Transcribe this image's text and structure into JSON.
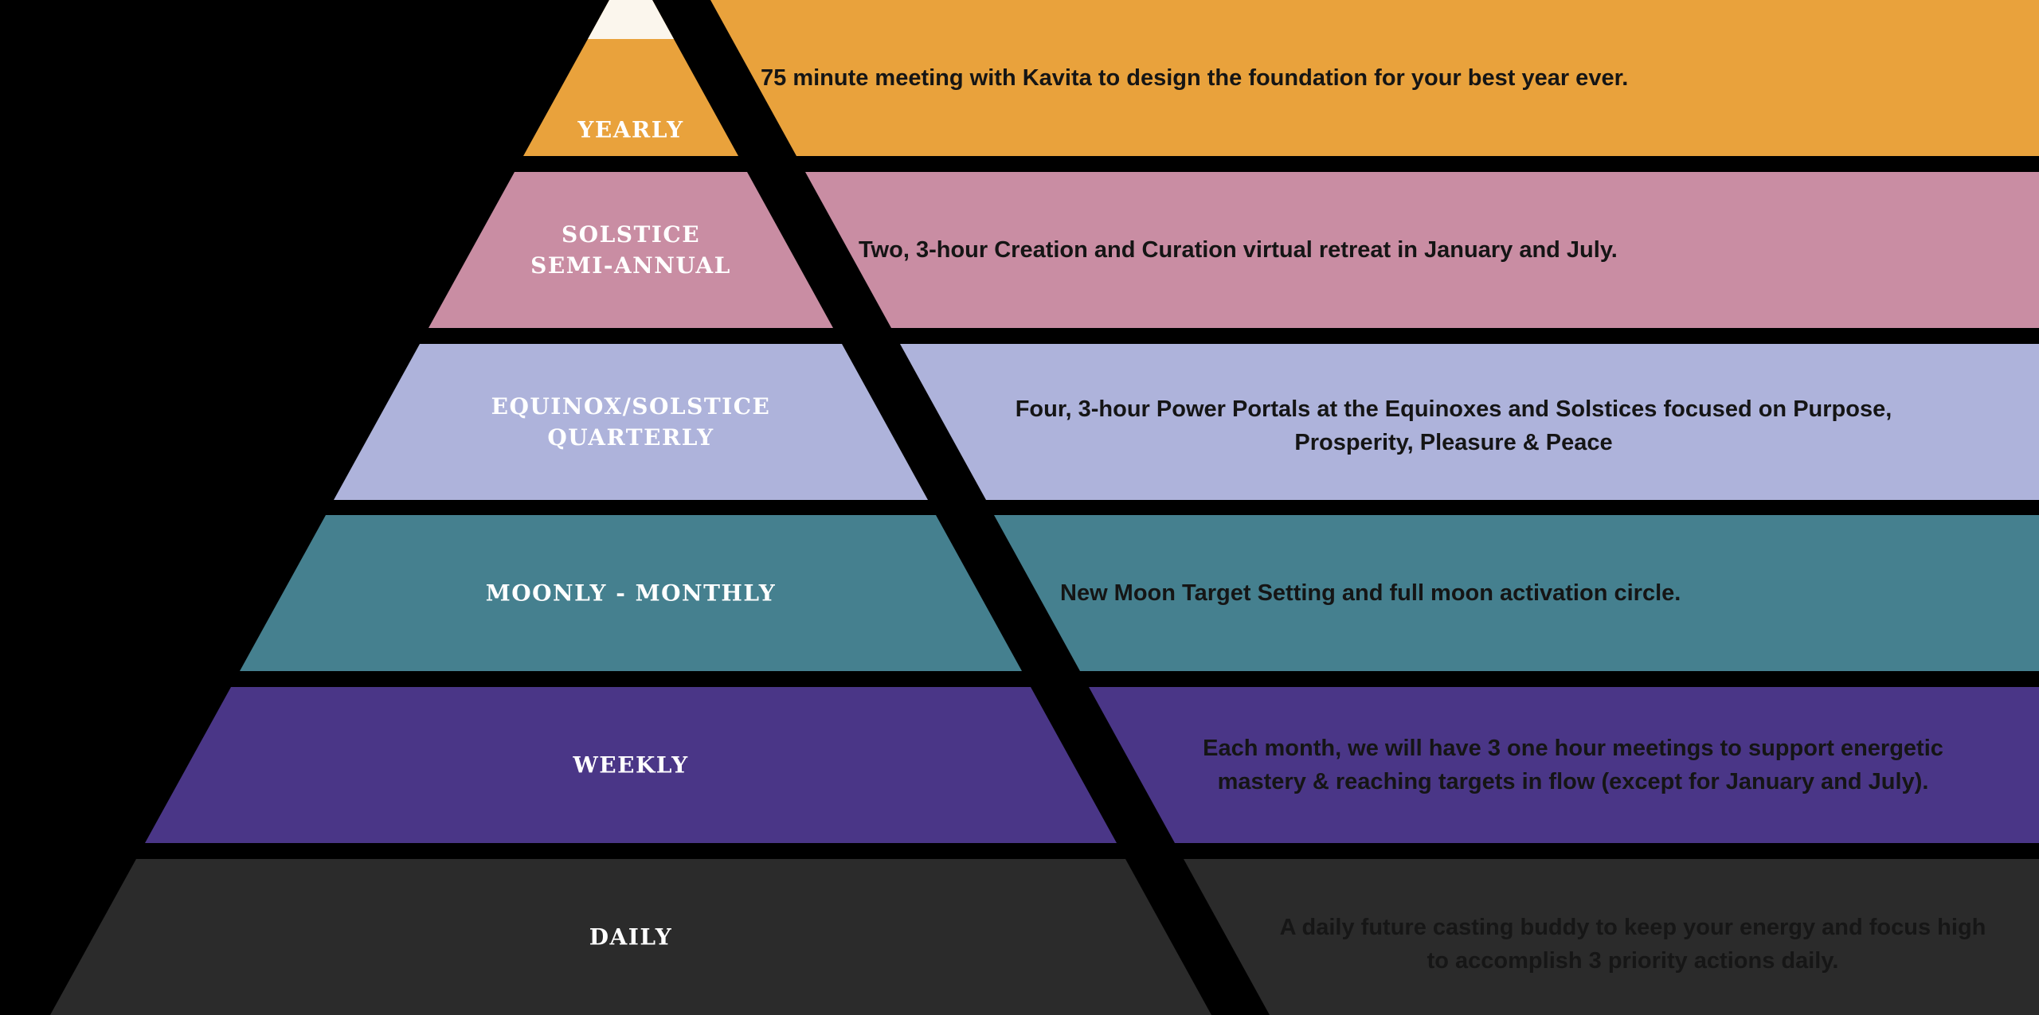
{
  "background_color": "#000000",
  "pyramid": {
    "tip_color": "#FBF6ED",
    "rows": [
      {
        "id": "yearly",
        "label": "YEARLY",
        "description": "75 minute meeting with Kavita to design the foundation for your best year ever.",
        "color": "#E9A23C",
        "label_color": "#FFFFFF",
        "description_color": "#151515"
      },
      {
        "id": "solstice-semi-annual",
        "label": "SOLSTICE\nSEMI-ANNUAL",
        "description": "Two, 3-hour Creation and Curation virtual retreat in January and July.",
        "color": "#C98DA3",
        "label_color": "#FFFFFF",
        "description_color": "#151515"
      },
      {
        "id": "equinox-solstice-quarterly",
        "label": "EQUINOX/SOLSTICE\nQUARTERLY",
        "description": "Four, 3-hour Power Portals at the Equinoxes and Solstices focused on Purpose,\nProsperity, Pleasure & Peace",
        "color": "#AEB3DB",
        "label_color": "#FFFFFF",
        "description_color": "#151515"
      },
      {
        "id": "moonly-monthly",
        "label": "MOONLY - MONTHLY",
        "description": "New Moon Target Setting and full moon activation circle.",
        "color": "#45808F",
        "label_color": "#FFFFFF",
        "description_color": "#151515"
      },
      {
        "id": "weekly",
        "label": "WEEKLY",
        "description": "Each month, we will have 3 one hour meetings to support energetic\nmastery & reaching targets in flow (except for January and July).",
        "color": "#4A3687",
        "label_color": "#FFFFFF",
        "description_color": "#151515"
      },
      {
        "id": "daily",
        "label": "DAILY",
        "description": "A daily future casting buddy to keep your energy and focus high\nto accomplish 3 priority actions daily.",
        "color": "#2B2B2B",
        "label_color": "#FFFFFF",
        "description_color": "#161616"
      }
    ]
  }
}
